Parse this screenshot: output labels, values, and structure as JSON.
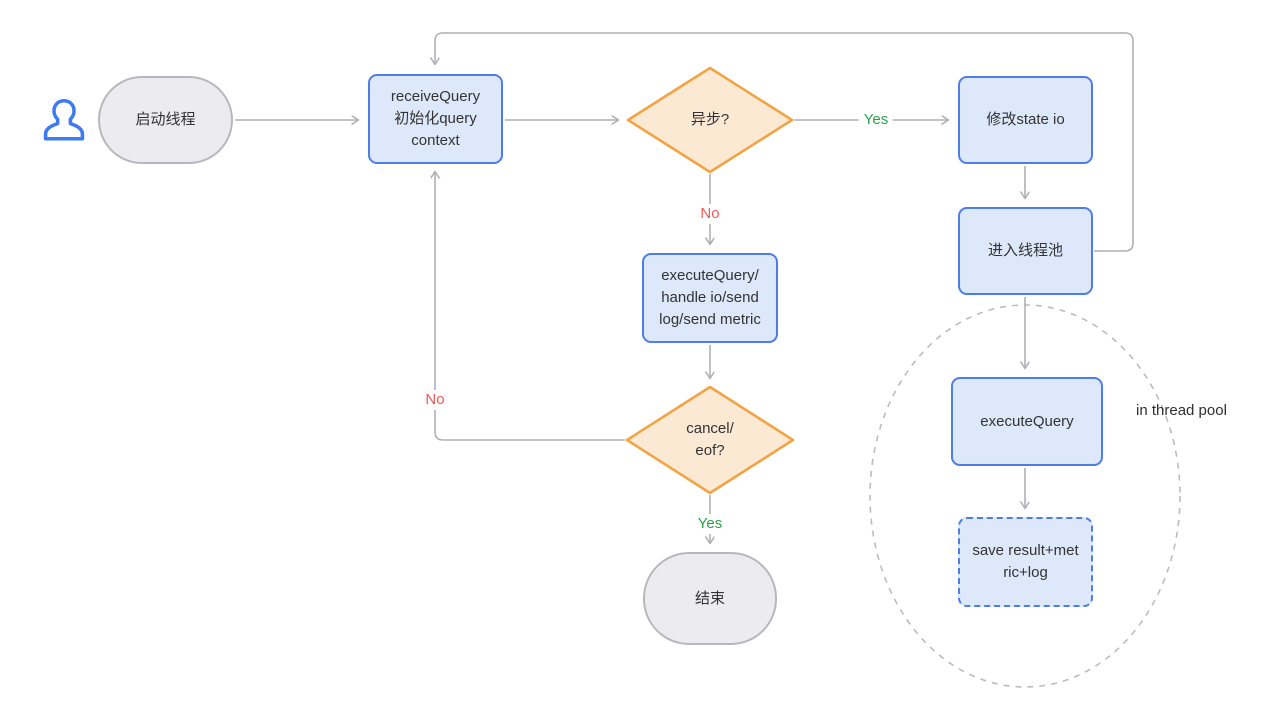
{
  "diagram": {
    "nodes": {
      "start": "启动线程",
      "receive": "receiveQuery\n初始化query\ncontext",
      "async": "异步?",
      "modify": "修改state io",
      "pool": "进入线程池",
      "exec_handle": "executeQuery/\nhandle io/send\nlog/send metric",
      "cancel": "cancel/\neof?",
      "end": "结束",
      "exec_pool": "executeQuery",
      "save": "save result+met\nric+log"
    },
    "edge_labels": {
      "async_yes": "Yes",
      "async_no": "No",
      "cancel_no": "No",
      "cancel_yes": "Yes"
    },
    "annotations": {
      "thread_pool": "in thread pool"
    },
    "palette": {
      "blue_border": "#4e7de8",
      "blue_fill": "#dde8fb",
      "orange_border": "#f2a444",
      "orange_fill": "#fbe9d4",
      "gray_fill": "#ececee",
      "gray_border": "#b6b8bd",
      "line_gray": "#b1b1b5",
      "yes_green": "#2ba24c",
      "no_red": "#ee5a52",
      "icon_blue": "#3e7bf2"
    }
  }
}
